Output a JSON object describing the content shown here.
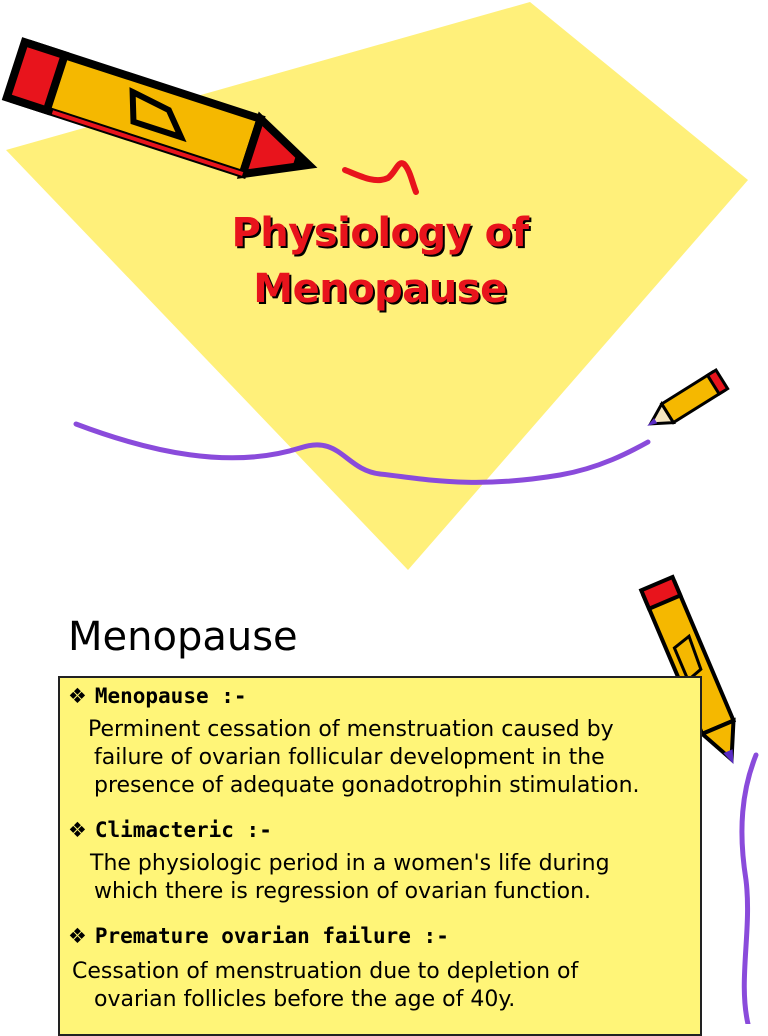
{
  "slide1": {
    "title_line1": "Physiology of",
    "title_line2": "Menopause"
  },
  "slide2": {
    "heading": "Menopause",
    "definitions": [
      {
        "term": "Menopause :-",
        "lines": [
          "Perminent cessation of menstruation caused by",
          "failure of ovarian follicular development in the",
          "presence of adequate gonadotrophin stimulation."
        ]
      },
      {
        "term": "Climacteric :-",
        "lines": [
          "The physiologic period in a women's life during",
          "which there is regression of ovarian function."
        ]
      },
      {
        "term": "Premature ovarian failure :-",
        "lines": [
          "Cessation of menstruation due to depletion of",
          "ovarian follicles before the age of 40y."
        ]
      }
    ]
  },
  "colors": {
    "diamond": "#fff07a",
    "title_red": "#e8141c",
    "box_fill": "#fff578",
    "wave_purple": "#8a4bdb",
    "pencil_body": "#f5b800",
    "pencil_tip_red": "#e8141c"
  },
  "icons": {
    "pencil_large": "pencil-icon",
    "pencil_small": "pencil-icon",
    "pencil_slide2": "pencil-icon",
    "bullet": "diamond-bullet-icon"
  }
}
